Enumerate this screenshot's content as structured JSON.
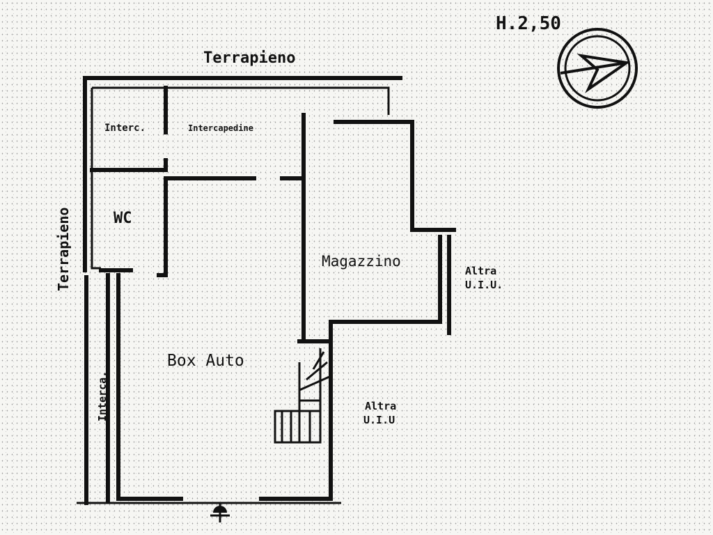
{
  "title": "H.2,50",
  "labels": {
    "terrapieno_top": "Terrapieno",
    "terrapieno_left": "Terrapieno",
    "interc": "Interc.",
    "intercapedine": "Intercapedine",
    "wc": "WC",
    "magazzino": "Magazzino",
    "altra_uiu_1_line1": "Altra",
    "altra_uiu_1_line2": "U.I.U.",
    "box_auto": "Box Auto",
    "interca": "Interca.",
    "altra_uiu_2_line1": "Altra",
    "altra_uiu_2_line2": "U.I.U"
  },
  "icons": {
    "compass": "north-arrow-icon",
    "entrance": "entrance-arrow-icon"
  }
}
